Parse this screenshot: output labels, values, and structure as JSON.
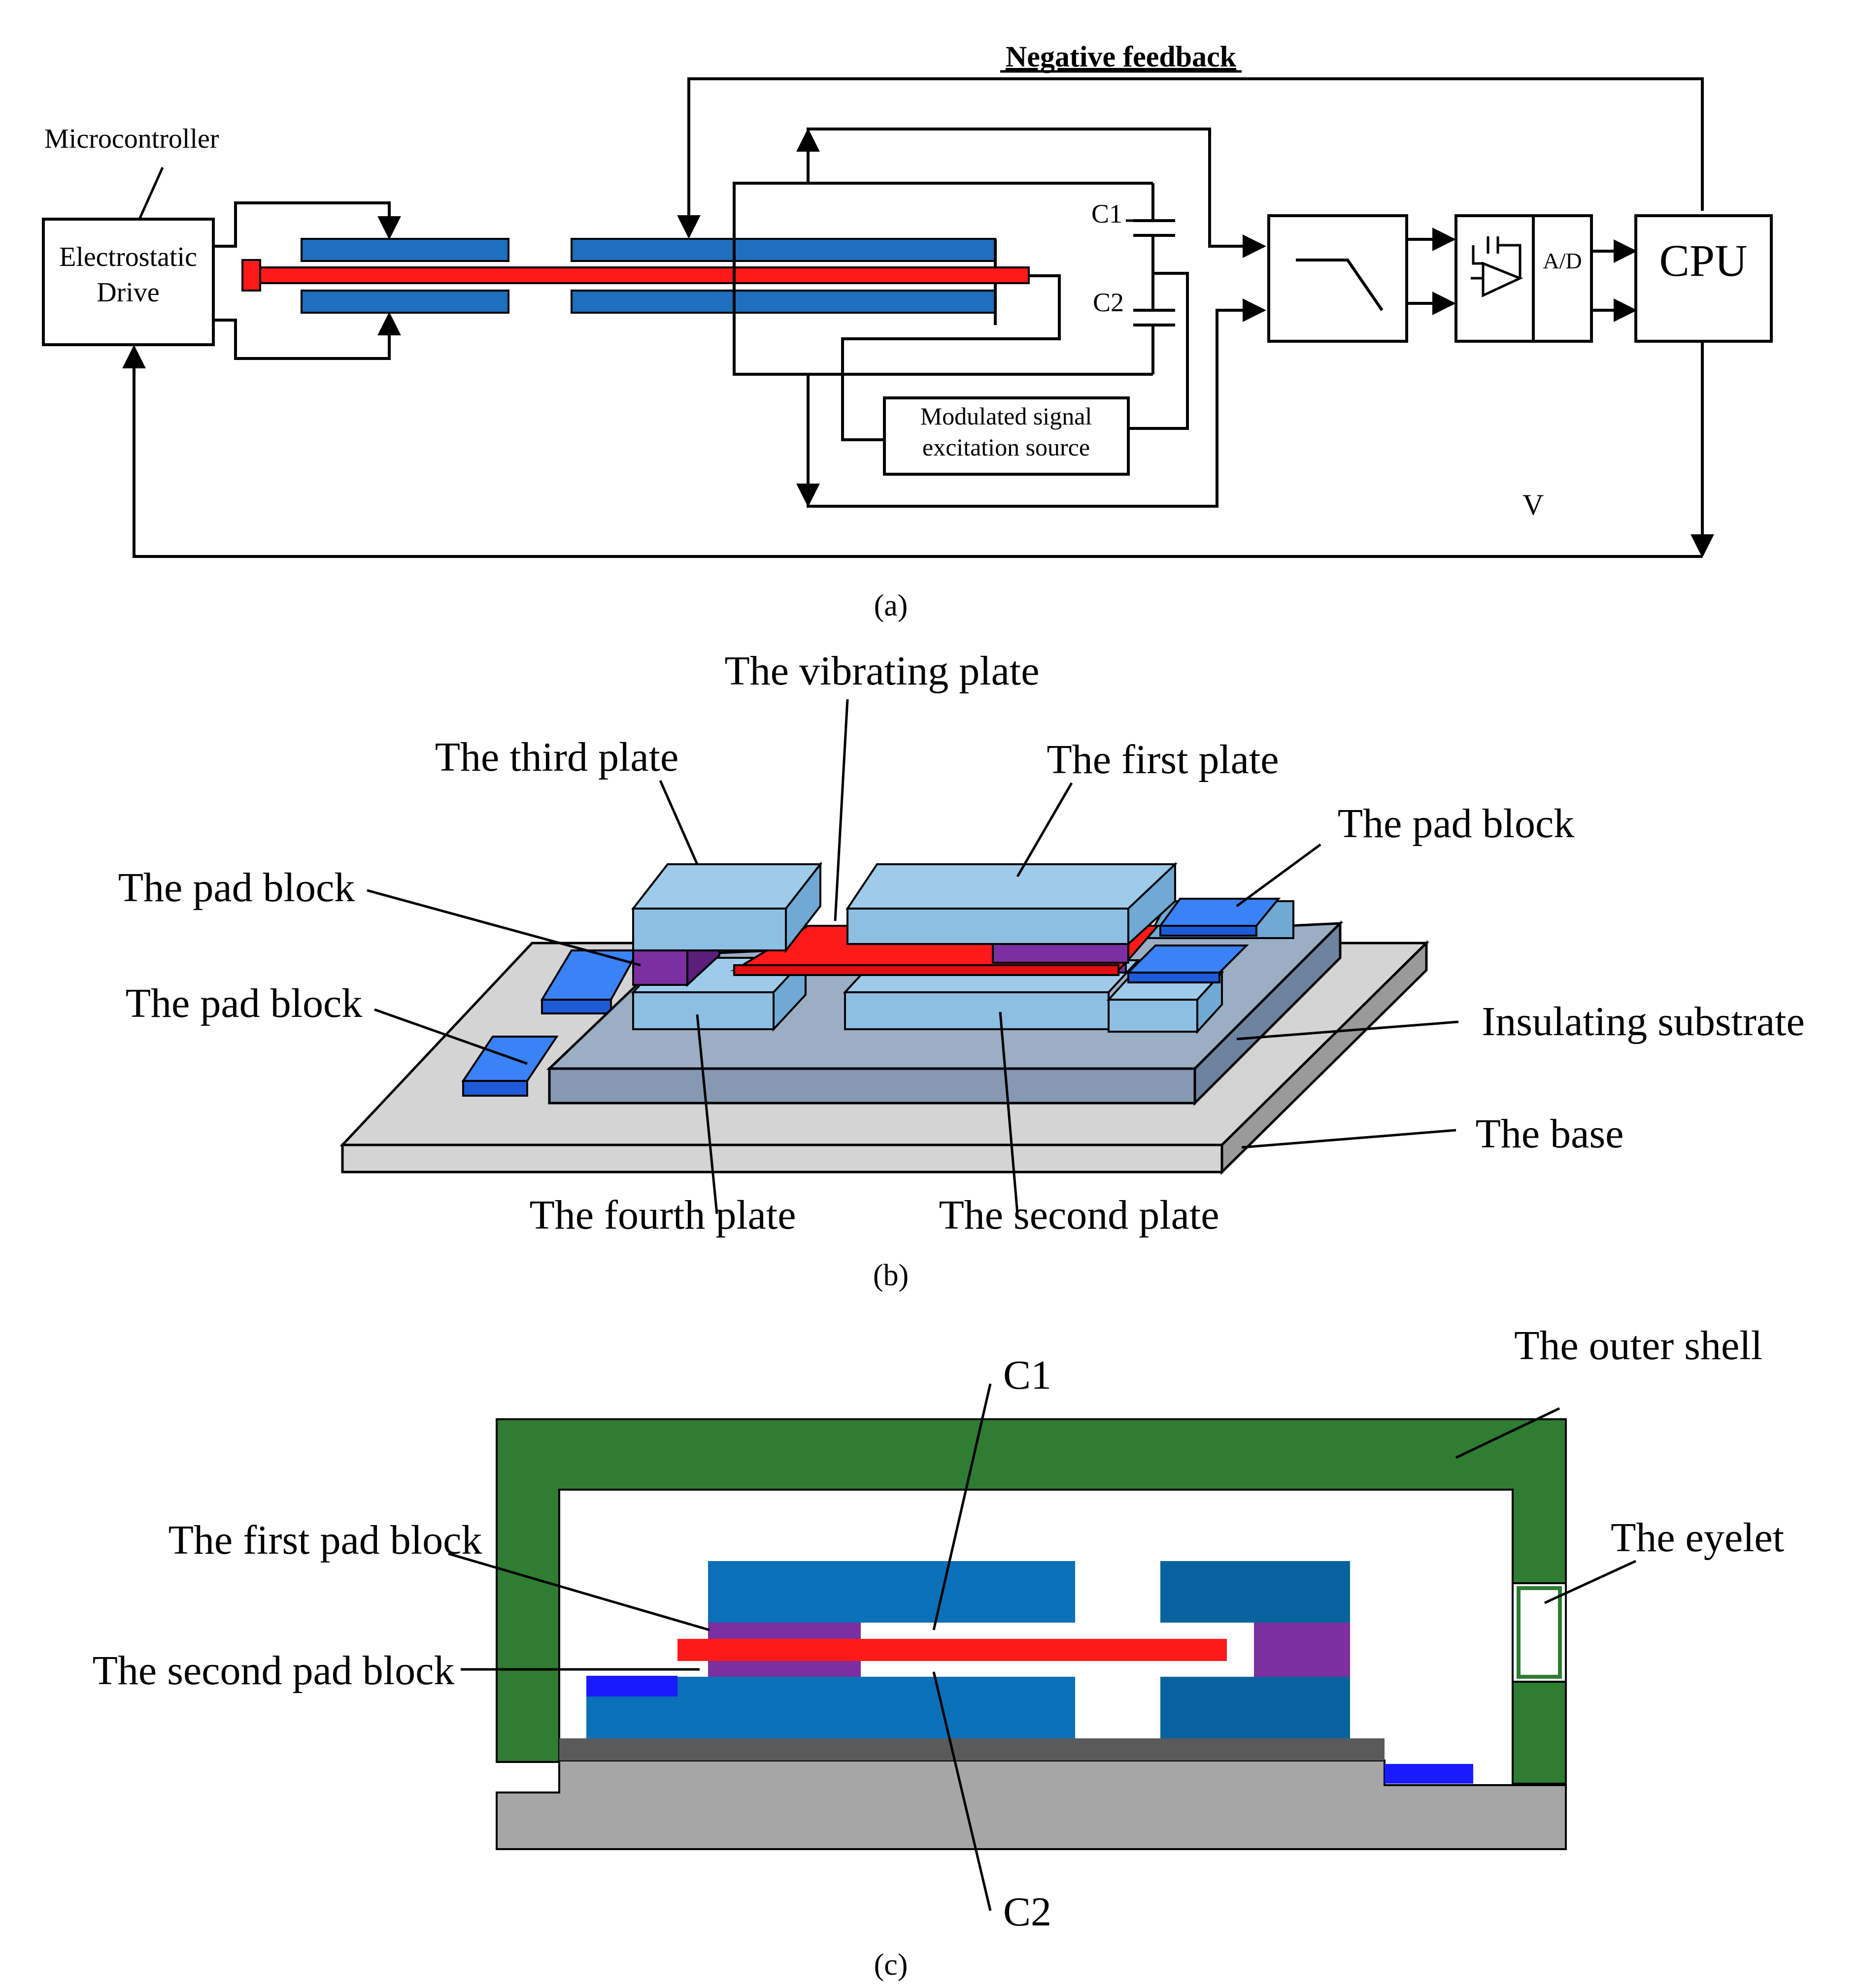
{
  "panel_a": {
    "negative_feedback": "Negative feedback",
    "microcontroller": "Microcontroller",
    "electrostatic_drive_line1": "Electrostatic",
    "electrostatic_drive_line2": "Drive",
    "c1": "C1",
    "c2": "C2",
    "modulated_line1": "Modulated signal",
    "modulated_line2": "excitation source",
    "ad": "A/D",
    "cpu": "CPU",
    "v": "V",
    "caption": "(a)"
  },
  "panel_b": {
    "vibrating_plate": "The vibrating plate",
    "third_plate": "The third plate",
    "first_plate": "The first plate",
    "pad_block_right": "The pad block",
    "pad_block_left_upper": "The pad block",
    "pad_block_left_lower": "The pad block",
    "insulating_substrate": "Insulating substrate",
    "base": "The base",
    "fourth_plate": "The fourth plate",
    "second_plate": "The second plate",
    "caption": "(b)"
  },
  "panel_c": {
    "outer_shell": "The outer shell",
    "c1": "C1",
    "first_pad_block": "The first pad block",
    "eyelet": "The eyelet",
    "second_pad_block": "The second pad block",
    "c2": "C2",
    "caption": "(c)"
  },
  "colors": {
    "plate_blue": "#1f6fbf",
    "vibrating_red": "#ff1a1a",
    "pad_purple": "#7b2fa0",
    "light_plate": "#9ecbea",
    "substrate": "#9aaec4",
    "base_gray": "#d4d4d4",
    "shell_green": "#2e7d32"
  }
}
